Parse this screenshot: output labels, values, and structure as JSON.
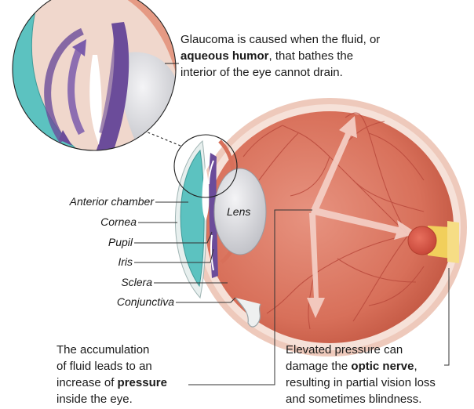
{
  "captions": {
    "top_pre": "Glaucoma is caused when the fluid, or",
    "top_bold": "aqueous humor",
    "top_mid": ", that bathes the",
    "top_last": "interior of the eye cannot drain.",
    "left_l1": "The accumulation",
    "left_l2": "of fluid leads to an",
    "left_l3_pre": "increase of ",
    "left_l3_bold": "pressure",
    "left_l4": "inside the eye.",
    "right_l1": "Elevated pressure can",
    "right_l2_pre": "damage the ",
    "right_l2_bold": "optic nerve",
    "right_l2_post": ",",
    "right_l3": "resulting in partial vision loss",
    "right_l4": "and sometimes blindness."
  },
  "labels": {
    "anterior_chamber": "Anterior chamber",
    "cornea": "Cornea",
    "pupil": "Pupil",
    "iris": "Iris",
    "sclera": "Sclera",
    "conjunctiva": "Conjunctiva",
    "lens": "Lens"
  },
  "colors": {
    "eyeball": "#d8705a",
    "sclera_rim": "#f2d5c8",
    "cornea": "#5cc2c0",
    "iris": "#6b4c9a",
    "lens": "#d9d9de",
    "arrow": "#f3c9c0",
    "optic_nerve": "#f1cf5b"
  }
}
